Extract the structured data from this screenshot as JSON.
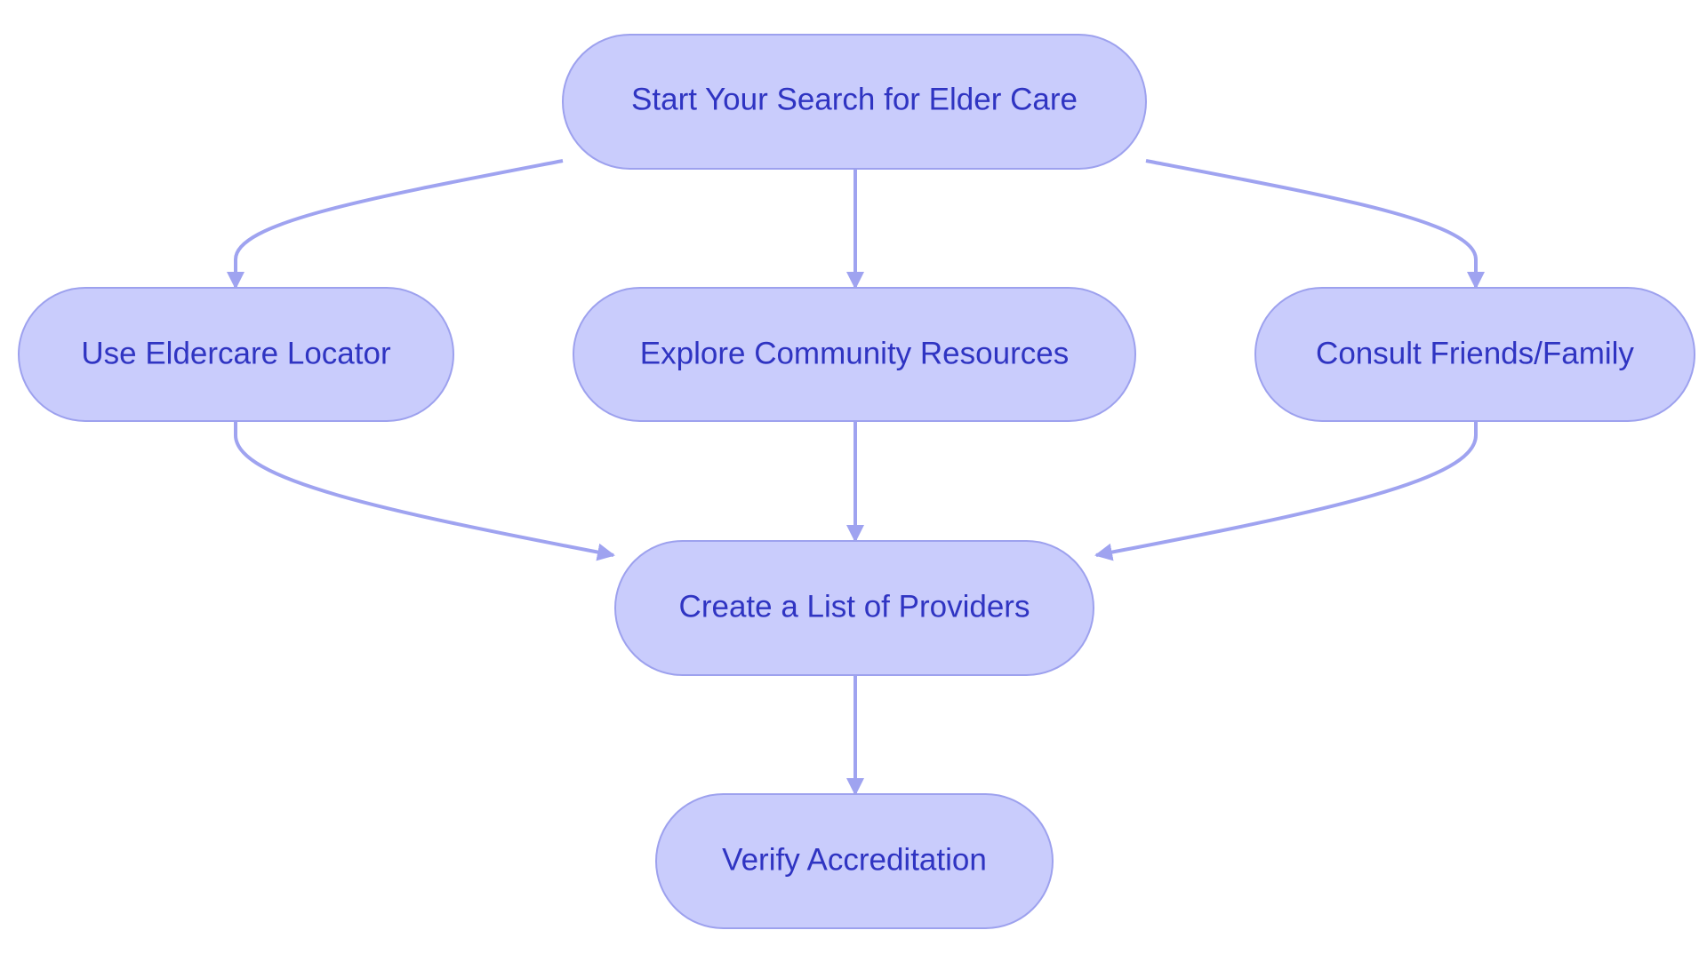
{
  "colors": {
    "node_fill": "#c9ccfc",
    "node_border": "#9da1ee",
    "edge": "#9fa3f0",
    "text": "#2f34c2",
    "background": "#ffffff"
  },
  "nodes": {
    "start": "Start Your Search for Elder Care",
    "locator": "Use Eldercare Locator",
    "community": "Explore Community Resources",
    "friends": "Consult Friends/Family",
    "list": "Create a List of Providers",
    "verify": "Verify Accreditation"
  },
  "edges": [
    {
      "from": "start",
      "to": "locator"
    },
    {
      "from": "start",
      "to": "community"
    },
    {
      "from": "start",
      "to": "friends"
    },
    {
      "from": "locator",
      "to": "list"
    },
    {
      "from": "community",
      "to": "list"
    },
    {
      "from": "friends",
      "to": "list"
    },
    {
      "from": "list",
      "to": "verify"
    }
  ]
}
